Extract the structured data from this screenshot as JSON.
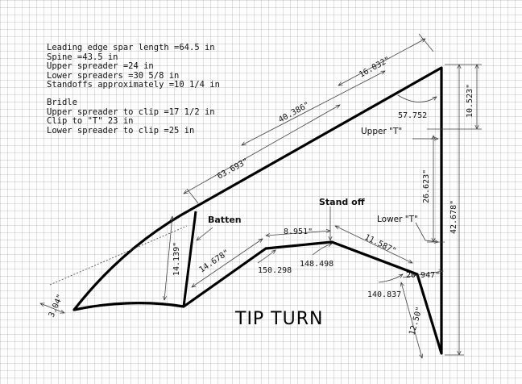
{
  "notes": {
    "specs": [
      "Leading edge spar length =64.5 in",
      "Spine =43.5 in",
      "Upper spreader =24 in",
      "Lower spreaders =30 5/8 in",
      "Standoffs approximately =10 1/4 in"
    ],
    "bridle_heading": "Bridle",
    "bridle": [
      "Upper spreader to clip =17 1/2 in",
      "Clip to \"T\" 23 in",
      "Lower spreader to clip =25 in"
    ]
  },
  "callouts": {
    "batten": "Batten",
    "standoff": "Stand off",
    "upper_t": "Upper \"T\"",
    "lower_t": "Lower \"T\""
  },
  "title": "TIP TURN",
  "dimensions": {
    "top_segment": "16.032\"",
    "mid_segment": "40.386\"",
    "leading_edge": "63.693\"",
    "spine_top": "10.523\"",
    "spine_total": "42.678\"",
    "upper_to_lower_t": "26.623\"",
    "upper_t_angle": "57.752",
    "batten_len": "14.139\"",
    "trail_seg1": "14.678\"",
    "trail_seg2": "8.951\"",
    "trail_seg3": "11.587\"",
    "trail_seg4": "20.947\"",
    "trail_seg5": "12.50\"",
    "angle1": "150.298",
    "angle2": "148.498",
    "angle3": "140.837",
    "tip_small": "3.04\""
  }
}
